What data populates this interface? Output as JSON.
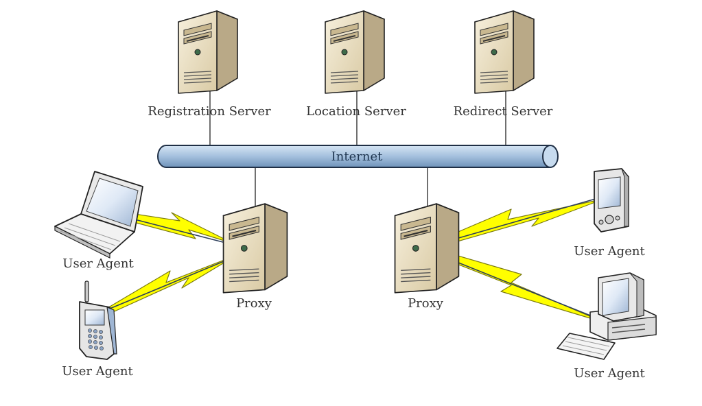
{
  "diagram": {
    "servers": [
      {
        "label": "Registration Server"
      },
      {
        "label": "Location Server"
      },
      {
        "label": "Redirect Server"
      }
    ],
    "network": {
      "label": "Internet"
    },
    "proxies": [
      {
        "label": "Proxy"
      },
      {
        "label": "Proxy"
      }
    ],
    "user_agents": [
      {
        "label": "User Agent",
        "device": "laptop-icon"
      },
      {
        "label": "User Agent",
        "device": "cellphone-icon"
      },
      {
        "label": "User Agent",
        "device": "pda-icon"
      },
      {
        "label": "User Agent",
        "device": "desktop-computer-icon"
      }
    ],
    "colors": {
      "server_body": "#e8dcc0",
      "server_front": "#f1e8d3",
      "server_side": "#b9a987",
      "pipe": "#a9c4e0",
      "lightning": "#ffff00",
      "wire": "#2e3f5c"
    }
  }
}
